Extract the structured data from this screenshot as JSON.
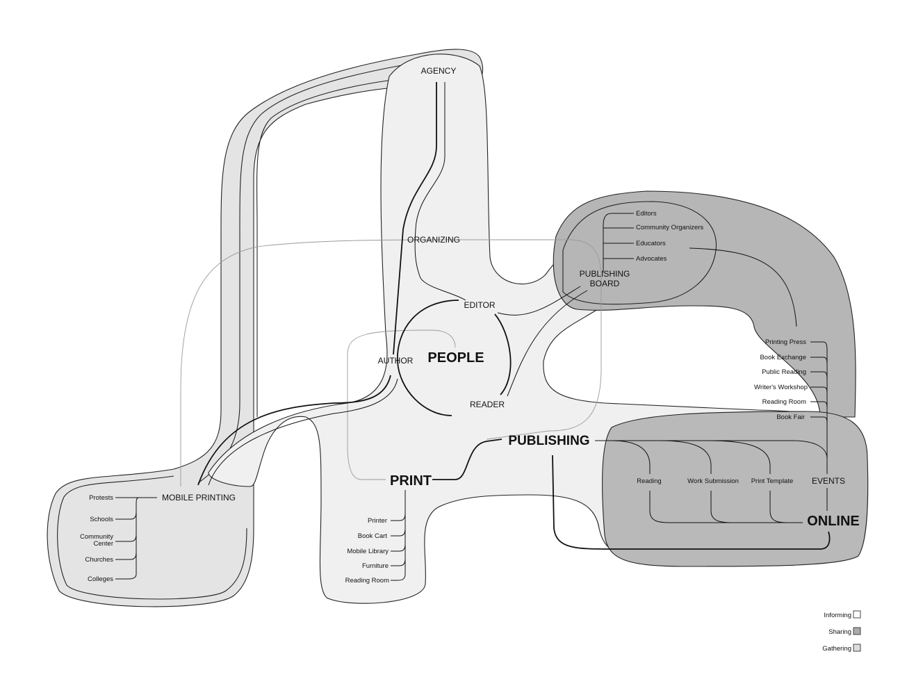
{
  "hubs": {
    "people": "PEOPLE",
    "publishing": "PUBLISHING",
    "print": "PRINT",
    "online": "ONLINE"
  },
  "nodes": {
    "agency": "AGENCY",
    "organizing": "ORGANIZING",
    "editor": "EDITOR",
    "author": "AUTHOR",
    "reader": "READER",
    "mobile_printing": "MOBILE PRINTING",
    "publishing_board_1": "PUBLISHING",
    "publishing_board_2": "BOARD",
    "events": "EVENTS"
  },
  "mobile_printing_items": [
    "Protests",
    "Schools",
    "Community",
    "Center",
    "Churches",
    "Colleges"
  ],
  "print_items": [
    "Printer",
    "Book Cart",
    "Mobile Library",
    "Furniture",
    "Reading Room"
  ],
  "board_items": [
    "Editors",
    "Community Organizers",
    "Educators",
    "Advocates"
  ],
  "events_items": [
    "Printing Press",
    "Book Exchange",
    "Public Reading",
    "Writer's Workshop",
    "Reading Room",
    "Book Fair"
  ],
  "online_items": [
    "Reading",
    "Work Submission",
    "Print Template"
  ],
  "legend": [
    {
      "label": "Informing",
      "color": "#ffffff"
    },
    {
      "label": "Sharing",
      "color": "#aaaaaa"
    },
    {
      "label": "Gathering",
      "color": "#dcdcdc"
    }
  ],
  "colors": {
    "gathering_fill": "#e6e6e6",
    "informing_fill": "#f1f1f1",
    "sharing_fill": "#b8b8b8"
  }
}
